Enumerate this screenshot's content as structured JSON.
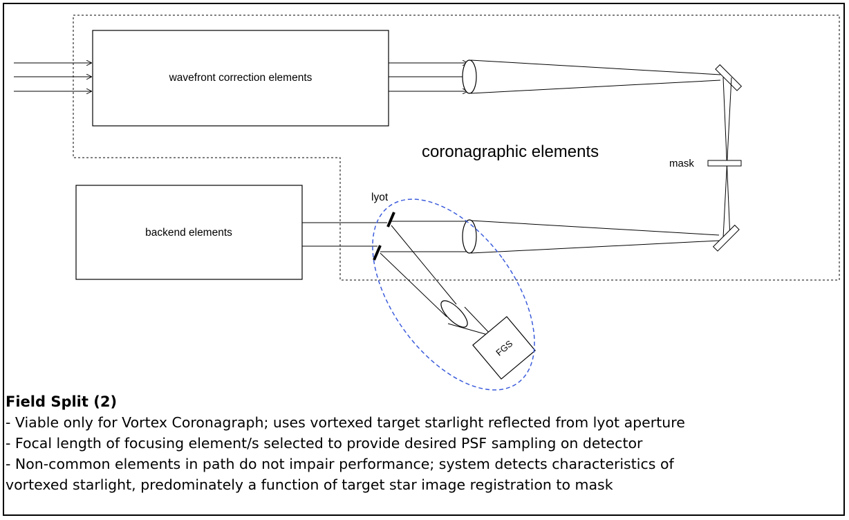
{
  "diagram": {
    "labels": {
      "wavefront": "wavefront correction elements",
      "coronagraphic": "coronagraphic elements",
      "backend": "backend elements",
      "mask": "mask",
      "lyot": "lyot",
      "fgs": "FGS"
    }
  },
  "caption": {
    "title": "Field Split (2)",
    "lines": [
      "- Viable only for Vortex Coronagraph; uses vortexed target starlight reflected from lyot aperture",
      "- Focal length of focusing element/s selected to provide desired PSF sampling on detector",
      "- Non-common elements in path do not impair performance; system detects characteristics of",
      "vortexed starlight, predominately a function of target star image registration to mask"
    ]
  },
  "colors": {
    "line": "#000000",
    "fgs_region": "#3b5bdb"
  }
}
